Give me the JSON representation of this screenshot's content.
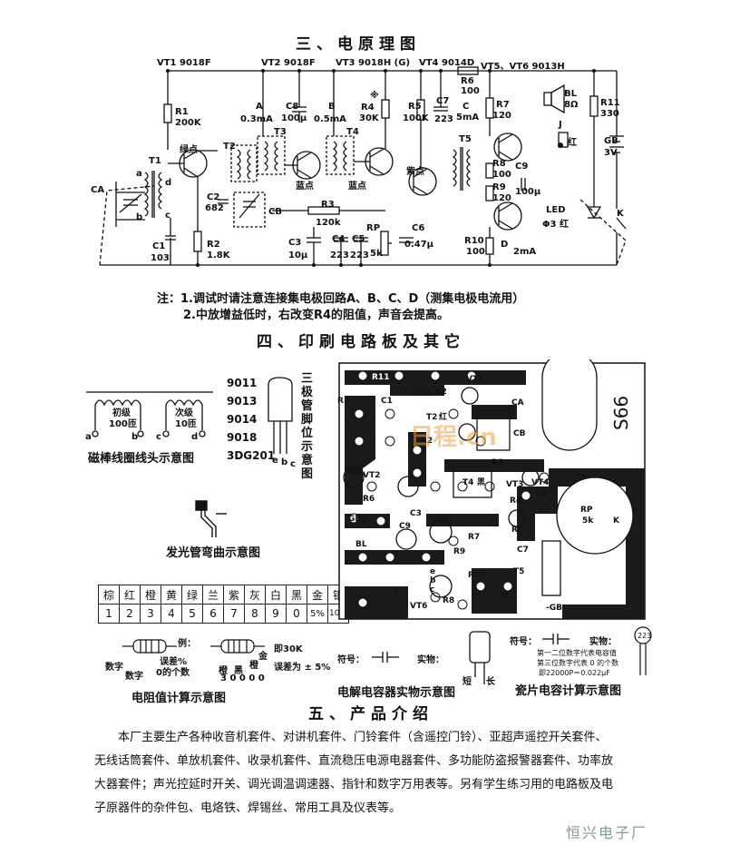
{
  "sec3": {
    "title": "三、电原理图",
    "tr": {
      "vt1": "VT1 9018F",
      "vt2": "VT2 9018F",
      "vt3": "VT3 9018H (G)",
      "vt4": "VT4 9014D",
      "vt56": "VT5、VT6 9013H"
    },
    "comp": {
      "r1": "R1",
      "r1v": "200K",
      "r2": "R2",
      "r2v": "1.8K",
      "r3": "R3",
      "r3v": "120k",
      "r4": "R4",
      "r4v": "30K",
      "r4mark": "※",
      "r5": "R5",
      "r5v": "100K",
      "r6": "R6",
      "r6v": "100",
      "r7": "R7",
      "r7v": "120",
      "r8": "R8",
      "r8v": "100",
      "r9": "R9",
      "r9v": "120",
      "r10": "R10",
      "r10v": "100",
      "r11": "R11",
      "r11v": "330",
      "c1": "C1",
      "c1v": "103",
      "c2": "C2",
      "c2v": "682",
      "c3": "C3",
      "c3v": "10μ",
      "c4": "C4",
      "c4v": "223",
      "c5": "C5",
      "c5v": "223",
      "c6": "C6",
      "c6v": "0.47μ",
      "c7": "C7",
      "c7v": "223",
      "c8": "C8",
      "c8v": "100μ",
      "c9": "C9",
      "c9v": "100μ",
      "ca": "CA",
      "cb": "CB",
      "t1": "T1",
      "t2": "T2",
      "t3": "T3",
      "t4": "T4",
      "t5": "T5",
      "rp": "RP",
      "rpv": "5k",
      "bl": "BL",
      "blv": "8Ω",
      "j": "J",
      "k": "K",
      "gb": "GB",
      "gbv": "3V",
      "led": "LED",
      "ledv": "Φ3 红",
      "pa": "A",
      "pav": "0.3mA",
      "pb": "B",
      "pbv": "0.5mA",
      "pc": "C",
      "pcv": "5mA",
      "pd": "D",
      "pdv": "2mA",
      "green": "绿点",
      "blue1": "蓝点",
      "blue2": "蓝点",
      "purple": "紫点",
      "red": "红",
      "ta": "a",
      "tb": "b",
      "tc": "c",
      "td": "d"
    },
    "notes": [
      "注：1.调试时请注意连接集电极回路A、B、C、D（测集电极电流用）",
      "2.中放增益低时，右改变R4的阻值，声音会提高。"
    ]
  },
  "sec4": {
    "title": "四、印刷电路板及其它",
    "coil": {
      "primary": "初级",
      "primary_n": "100匝",
      "secondary": "次级",
      "secondary_n": "10匝",
      "pins": [
        "a",
        "b",
        "c",
        "d"
      ],
      "caption": "磁棒线圈线头示意图"
    },
    "pinout": {
      "models": [
        "9011",
        "9013",
        "9014",
        "9018",
        "3DG201"
      ],
      "pins": [
        "e",
        "b",
        "c"
      ],
      "vertical": "三极管脚位示意图"
    },
    "led_caption": "发光管弯曲示意图",
    "color_code": {
      "colors": [
        "棕",
        "红",
        "橙",
        "黄",
        "绿",
        "兰",
        "紫",
        "灰",
        "白",
        "黑",
        "金",
        "银"
      ],
      "values": [
        "1",
        "2",
        "3",
        "4",
        "5",
        "6",
        "7",
        "8",
        "9",
        "0",
        "5%",
        "10%"
      ]
    },
    "resistor": {
      "example": "例：",
      "digit1": "数字",
      "digit2": "数字",
      "error": "误差%",
      "zeros": "0的个数",
      "c1": "橙",
      "c2": "黑",
      "c3": "橙",
      "gold": "金",
      "val_digits": "3 0 0 0 0",
      "equals": "即30K",
      "tolerance": "误差为 ± 5%",
      "caption": "电阻值计算示意图"
    },
    "electro": {
      "symbol": "符号：",
      "actual": "实物：",
      "short": "短",
      "long": "长",
      "caption": "电解电容器实物示意图"
    },
    "ceramic": {
      "symbol": "符号：",
      "actual": "实物：",
      "code": "223",
      "n1": "第一二位数字代表电容值",
      "n2": "第三位数字代表 0 的个数",
      "n3": "即22000P＝0.022μF",
      "caption": "瓷片电容计算示意图"
    },
    "pcb": {
      "model": "S66",
      "labels": [
        "R11",
        "R1",
        "LED",
        "C1",
        "C2",
        "C8",
        "CA",
        "CB",
        "T2",
        "红",
        "R2",
        "R3",
        "VT1",
        "VT2",
        "T4",
        "黑",
        "VT3",
        "R6",
        "C3",
        "GB+",
        "BL",
        "C9",
        "R7",
        "VT5",
        "VT4",
        "C4",
        "C5",
        "R4",
        "RP",
        "5k",
        "K",
        "R5",
        "T5",
        "R9",
        "R8",
        "VT6",
        "J",
        "R10",
        "C7",
        "-GB",
        "D",
        "e",
        "b",
        "c"
      ],
      "watermark": "日程.cn"
    }
  },
  "sec5": {
    "title": "五、产品介绍",
    "lines": [
      "本厂主要生产各种收音机套件、对讲机套件、门铃套件（含遥控门铃）、亚超声遥控开关套件、",
      "无线话筒套件、单放机套件、收录机套件、直流稳压电源电器套件、多功能防盗报警器套件、功率放",
      "大器套件；声光控延时开关、调光调温调速器、指针和数字万用表等。另有学生练习用的电路板及电",
      "子原器件的杂件包、电烙铁、焊锡丝、常用工具及仪表等。"
    ],
    "signature": "恒兴电子厂"
  },
  "colors": {
    "ink": "#111111",
    "pcb_trace": "#1a1a1a",
    "watermark": "#f0a040",
    "signature": "#7f9f92"
  }
}
